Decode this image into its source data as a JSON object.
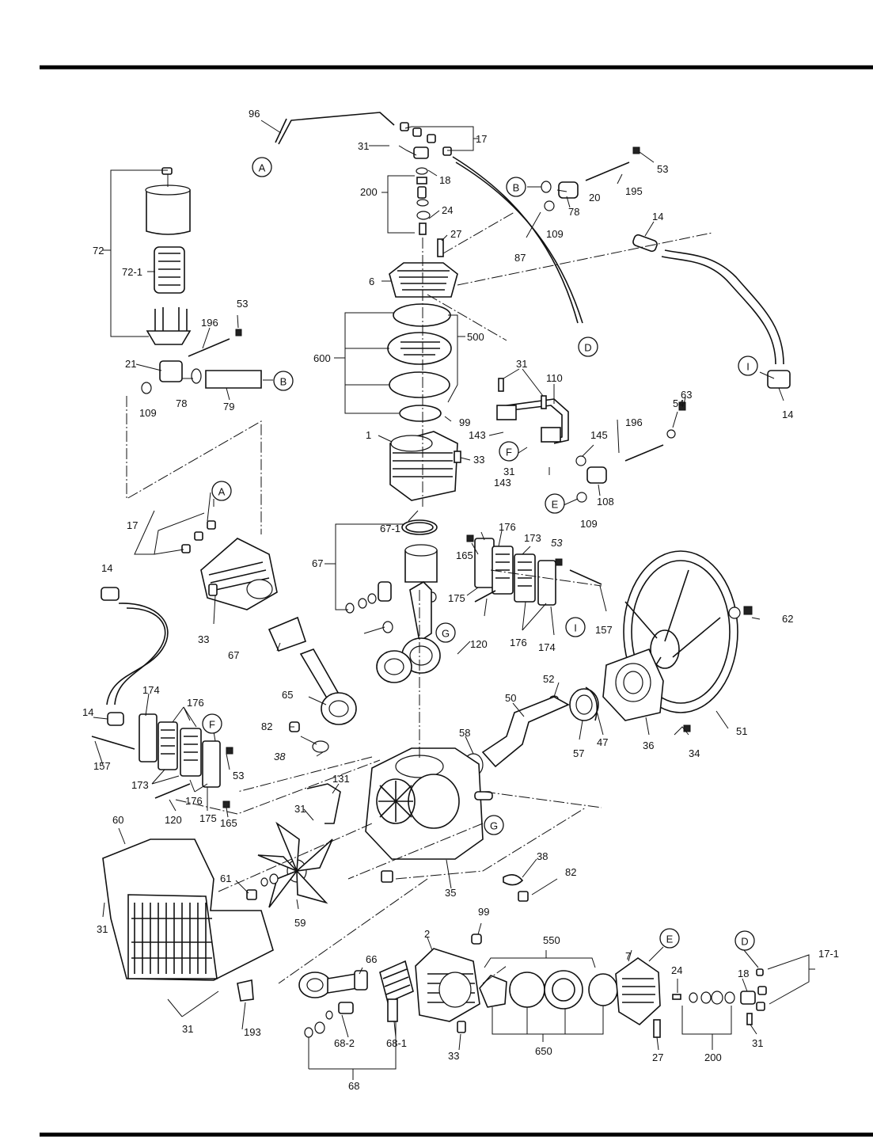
{
  "labels": [
    {
      "id": "96",
      "text": "96"
    },
    {
      "id": "17a",
      "text": "17"
    },
    {
      "id": "31a",
      "text": "31"
    },
    {
      "id": "18a",
      "text": "18"
    },
    {
      "id": "200a",
      "text": "200"
    },
    {
      "id": "24a",
      "text": "24"
    },
    {
      "id": "27a",
      "text": "27"
    },
    {
      "id": "6",
      "text": "6"
    },
    {
      "id": "87",
      "text": "87"
    },
    {
      "id": "78a",
      "text": "78"
    },
    {
      "id": "20",
      "text": "20"
    },
    {
      "id": "109a",
      "text": "109"
    },
    {
      "id": "195",
      "text": "195"
    },
    {
      "id": "53a",
      "text": "53"
    },
    {
      "id": "14a",
      "text": "14"
    },
    {
      "id": "72",
      "text": "72"
    },
    {
      "id": "72-1",
      "text": "72-1"
    },
    {
      "id": "53b",
      "text": "53"
    },
    {
      "id": "196a",
      "text": "196"
    },
    {
      "id": "21",
      "text": "21"
    },
    {
      "id": "109b",
      "text": "109"
    },
    {
      "id": "78b",
      "text": "78"
    },
    {
      "id": "79",
      "text": "79"
    },
    {
      "id": "600",
      "text": "600"
    },
    {
      "id": "500",
      "text": "500"
    },
    {
      "id": "99a",
      "text": "99"
    },
    {
      "id": "1",
      "text": "1"
    },
    {
      "id": "33a",
      "text": "33"
    },
    {
      "id": "31b",
      "text": "31"
    },
    {
      "id": "110",
      "text": "110"
    },
    {
      "id": "143a",
      "text": "143"
    },
    {
      "id": "31c",
      "text": "31"
    },
    {
      "id": "143b",
      "text": "143"
    },
    {
      "id": "145",
      "text": "145"
    },
    {
      "id": "196b",
      "text": "196"
    },
    {
      "id": "54",
      "text": "54"
    },
    {
      "id": "63",
      "text": "63"
    },
    {
      "id": "108",
      "text": "108"
    },
    {
      "id": "109c",
      "text": "109"
    },
    {
      "id": "14b",
      "text": "14"
    },
    {
      "id": "17b",
      "text": "17"
    },
    {
      "id": "67-1",
      "text": "67-1"
    },
    {
      "id": "67a",
      "text": "67"
    },
    {
      "id": "176a",
      "text": "176"
    },
    {
      "id": "173a",
      "text": "173"
    },
    {
      "id": "53c",
      "text": "53"
    },
    {
      "id": "165a",
      "text": "165"
    },
    {
      "id": "175a",
      "text": "175"
    },
    {
      "id": "120a",
      "text": "120"
    },
    {
      "id": "176b",
      "text": "176"
    },
    {
      "id": "174a",
      "text": "174"
    },
    {
      "id": "157a",
      "text": "157"
    },
    {
      "id": "62",
      "text": "62"
    },
    {
      "id": "14c",
      "text": "14"
    },
    {
      "id": "33b",
      "text": "33"
    },
    {
      "id": "67b",
      "text": "67"
    },
    {
      "id": "65",
      "text": "65"
    },
    {
      "id": "52",
      "text": "52"
    },
    {
      "id": "50",
      "text": "50"
    },
    {
      "id": "58",
      "text": "58"
    },
    {
      "id": "57",
      "text": "57"
    },
    {
      "id": "47",
      "text": "47"
    },
    {
      "id": "36",
      "text": "36"
    },
    {
      "id": "34",
      "text": "34"
    },
    {
      "id": "51",
      "text": "51"
    },
    {
      "id": "174b",
      "text": "174"
    },
    {
      "id": "176c",
      "text": "176"
    },
    {
      "id": "14d",
      "text": "14"
    },
    {
      "id": "157b",
      "text": "157"
    },
    {
      "id": "82a",
      "text": "82"
    },
    {
      "id": "38a",
      "text": "38"
    },
    {
      "id": "53d",
      "text": "53"
    },
    {
      "id": "173b",
      "text": "173"
    },
    {
      "id": "176d",
      "text": "176"
    },
    {
      "id": "120b",
      "text": "120"
    },
    {
      "id": "175b",
      "text": "175"
    },
    {
      "id": "165b",
      "text": "165"
    },
    {
      "id": "131",
      "text": "131"
    },
    {
      "id": "31d",
      "text": "31"
    },
    {
      "id": "60",
      "text": "60"
    },
    {
      "id": "61",
      "text": "61"
    },
    {
      "id": "38b",
      "text": "38"
    },
    {
      "id": "82b",
      "text": "82"
    },
    {
      "id": "35",
      "text": "35"
    },
    {
      "id": "59",
      "text": "59"
    },
    {
      "id": "31e",
      "text": "31"
    },
    {
      "id": "99b",
      "text": "99"
    },
    {
      "id": "2",
      "text": "2"
    },
    {
      "id": "550",
      "text": "550"
    },
    {
      "id": "66",
      "text": "66"
    },
    {
      "id": "7",
      "text": "7"
    },
    {
      "id": "24b",
      "text": "24"
    },
    {
      "id": "18b",
      "text": "18"
    },
    {
      "id": "17-1",
      "text": "17-1"
    },
    {
      "id": "31f",
      "text": "31"
    },
    {
      "id": "193",
      "text": "193"
    },
    {
      "id": "68-2",
      "text": "68-2"
    },
    {
      "id": "68-1",
      "text": "68-1"
    },
    {
      "id": "33c",
      "text": "33"
    },
    {
      "id": "650",
      "text": "650"
    },
    {
      "id": "27b",
      "text": "27"
    },
    {
      "id": "200b",
      "text": "200"
    },
    {
      "id": "31g",
      "text": "31"
    },
    {
      "id": "68",
      "text": "68"
    }
  ],
  "callouts": [
    {
      "id": "A1",
      "text": "A"
    },
    {
      "id": "B1",
      "text": "B"
    },
    {
      "id": "D1",
      "text": "D"
    },
    {
      "id": "I1",
      "text": "I"
    },
    {
      "id": "B2",
      "text": "B"
    },
    {
      "id": "F1",
      "text": "F"
    },
    {
      "id": "E1",
      "text": "E"
    },
    {
      "id": "A2",
      "text": "A"
    },
    {
      "id": "G1",
      "text": "G"
    },
    {
      "id": "I2",
      "text": "I"
    },
    {
      "id": "F2",
      "text": "F"
    },
    {
      "id": "G2",
      "text": "G"
    },
    {
      "id": "E2",
      "text": "E"
    },
    {
      "id": "D2",
      "text": "D"
    }
  ]
}
